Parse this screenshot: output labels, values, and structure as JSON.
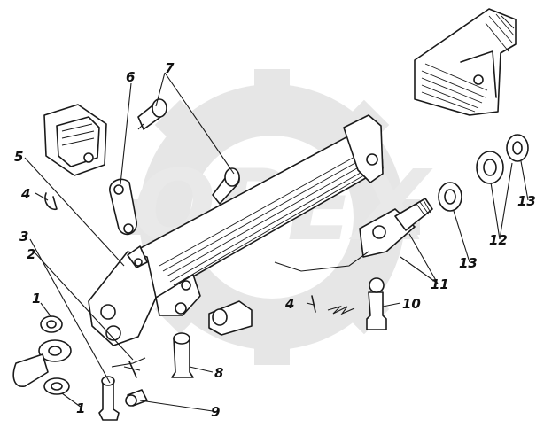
{
  "callouts": [
    {
      "id": "c1a",
      "label": "1"
    },
    {
      "id": "c1b",
      "label": "1"
    },
    {
      "id": "c2",
      "label": "2"
    },
    {
      "id": "c3",
      "label": "3"
    },
    {
      "id": "c4a",
      "label": "4"
    },
    {
      "id": "c4b",
      "label": "4"
    },
    {
      "id": "c5",
      "label": "5"
    },
    {
      "id": "c6",
      "label": "6"
    },
    {
      "id": "c7",
      "label": "7"
    },
    {
      "id": "c8",
      "label": "8"
    },
    {
      "id": "c9",
      "label": "9"
    },
    {
      "id": "c10",
      "label": "10"
    },
    {
      "id": "c11",
      "label": "11"
    },
    {
      "id": "c12",
      "label": "12"
    },
    {
      "id": "c13a",
      "label": "13"
    },
    {
      "id": "c13b",
      "label": "13"
    }
  ],
  "watermark": {
    "text": "OPEX"
  },
  "colors": {
    "ink": "#1a1a1a",
    "background": "#ffffff",
    "watermark": "#e6e6e6"
  }
}
